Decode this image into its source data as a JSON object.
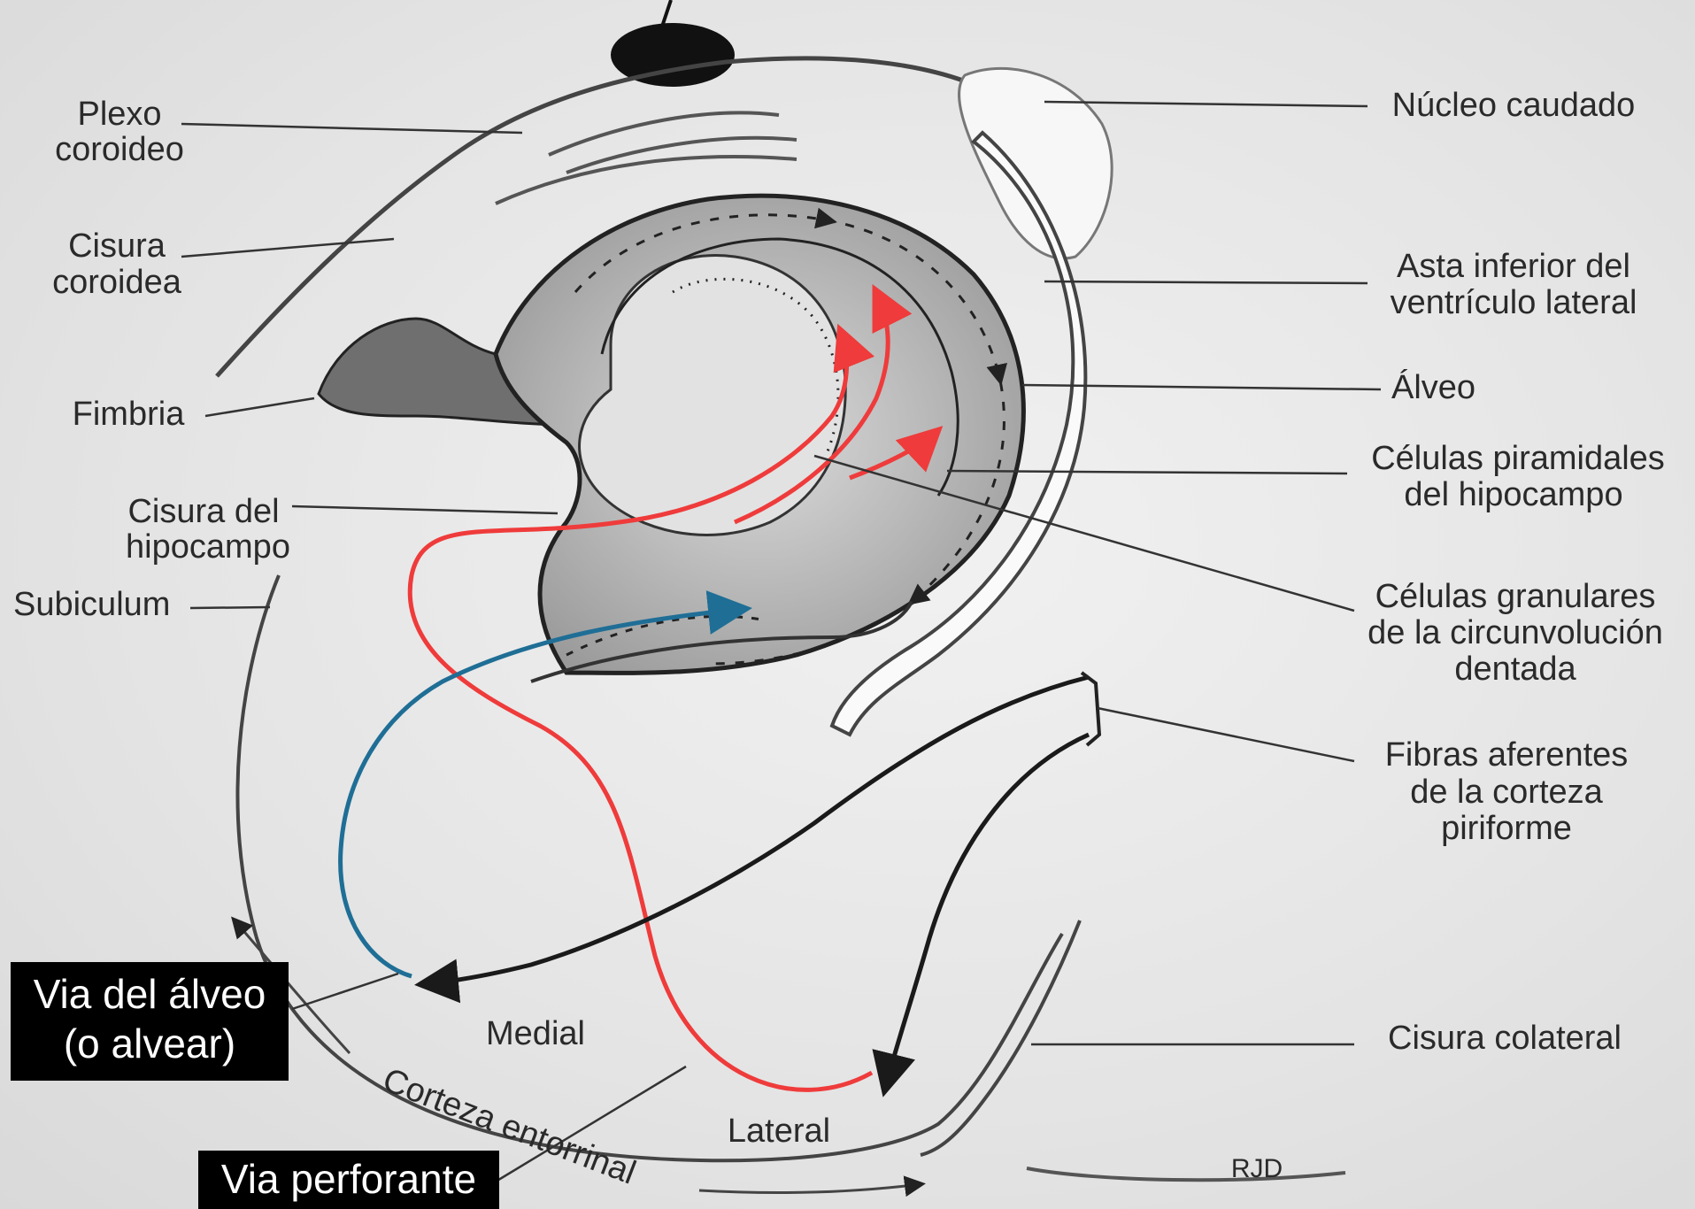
{
  "labels": {
    "plexo_1": "Plexo",
    "plexo_2": "coroideo",
    "cisura_coroidea_1": "Cisura",
    "cisura_coroidea_2": "coroidea",
    "fimbria": "Fimbria",
    "cisura_hipocampo_1": "Cisura del",
    "cisura_hipocampo_2": "hipocampo",
    "subiculum": "Subiculum",
    "nucleo_caudado": "Núcleo caudado",
    "asta_1": "Asta inferior del",
    "asta_2": "ventrículo lateral",
    "alveo": "Álveo",
    "piramidales_1": "Células piramidales",
    "piramidales_2": "del hipocampo",
    "granulares_1": "Células granulares",
    "granulares_2": "de la circunvolución",
    "granulares_3": "dentada",
    "fibras_1": "Fibras aferentes",
    "fibras_2": "de la corteza",
    "fibras_3": "piriforme",
    "cisura_colateral": "Cisura colateral",
    "medial": "Medial",
    "lateral": "Lateral",
    "corteza_entorrinal": "Corteza entorrinal",
    "signature": "RJD"
  },
  "callouts": {
    "via_alveo_1": "Via del álveo",
    "via_alveo_2": "(o alvear)",
    "via_perforante": "Via perforante"
  },
  "colors": {
    "perforant_path": "#ef3b3b",
    "alvear_path": "#1f6e96",
    "afferent_fibers": "#1a1a1a",
    "callout_bg": "#000000",
    "callout_text": "#ffffff"
  }
}
